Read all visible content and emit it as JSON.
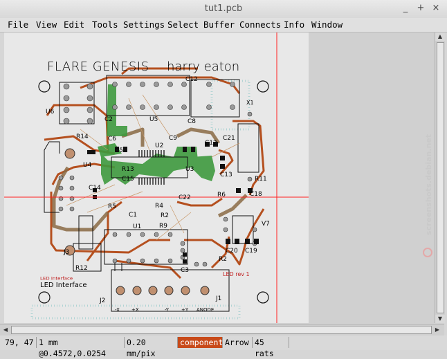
{
  "window": {
    "title": "tut1.pcb",
    "buttons": [
      "_",
      "+",
      "×"
    ]
  },
  "menu": [
    "File",
    "View",
    "Edit",
    "Tools",
    "Settings",
    "Select",
    "Buffer",
    "Connects",
    "Info",
    "Window"
  ],
  "board": {
    "title": "FLARE GENESIS",
    "author": "harry eaton",
    "silk_note": "LED Interface",
    "mirror_note": "LED Interface",
    "rev_label": "LED rev 1",
    "components": [
      "U6",
      "C2",
      "C12",
      "U5",
      "X1",
      "R14",
      "C6",
      "C8",
      "C21",
      "C5",
      "U2",
      "C9",
      "C12",
      "U4",
      "R13",
      "U3",
      "C13",
      "C14",
      "C15",
      "R11",
      "C18",
      "R5",
      "R4",
      "C22",
      "R6",
      "C1",
      "R2",
      "U1",
      "R9",
      "V7",
      "J3",
      "C20",
      "C19",
      "R12",
      "C3",
      "R2",
      "J2",
      "J1"
    ],
    "connector_labels": [
      "-X",
      "+X",
      "-Y",
      "+Y",
      "ANODE"
    ]
  },
  "status": {
    "coords": "79, 47",
    "grid": "1 mm @0.4572,0.0254",
    "zoom": "0.20 mm/pix",
    "layer": "component",
    "tool": "Arrow",
    "rats": "45 rats"
  },
  "colors": {
    "copper": "#b5501f",
    "silk": "#000000",
    "pins": "#9a9a9a",
    "gnd": "#2e8b2e",
    "crosshair": "#ff2020",
    "layer_active": "#c84a1a"
  },
  "watermark": "screenshots.debian.net"
}
